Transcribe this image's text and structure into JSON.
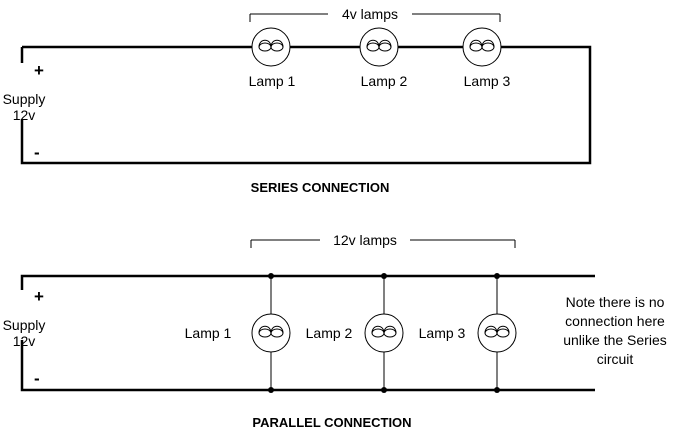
{
  "series": {
    "bracket_label": "4v lamps",
    "plus": "+",
    "minus": "-",
    "supply_line1": "Supply",
    "supply_line2": "12v",
    "lamps": [
      "Lamp 1",
      "Lamp 2",
      "Lamp 3"
    ],
    "title": "SERIES CONNECTION"
  },
  "parallel": {
    "bracket_label": "12v lamps",
    "plus": "+",
    "minus": "-",
    "supply_line1": "Supply",
    "supply_line2": "12v",
    "lamps": [
      "Lamp 1",
      "Lamp 2",
      "Lamp 3"
    ],
    "note": [
      "Note there is no",
      "connection here",
      "unlike the Series",
      "circuit"
    ],
    "title": "PARALLEL CONNECTION"
  }
}
